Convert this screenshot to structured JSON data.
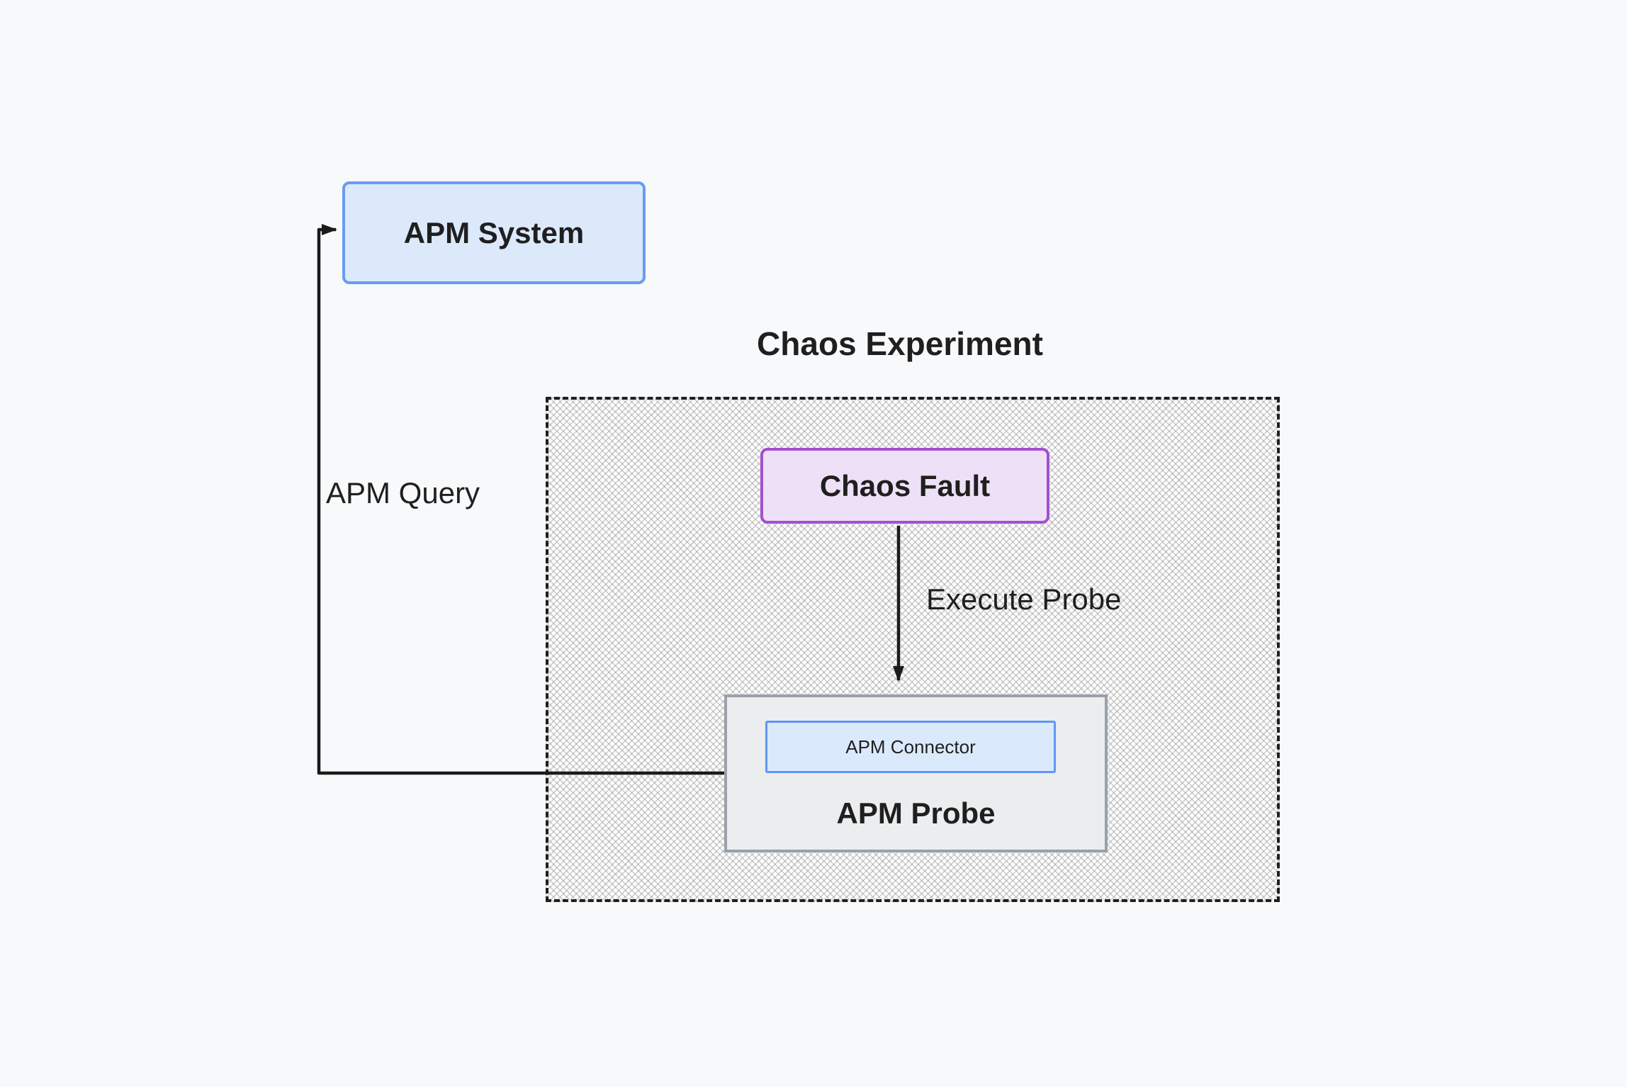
{
  "diagram": {
    "background": "#f8f9fb",
    "line_color": "#1b1b1b",
    "text_color": "#1f1f1f",
    "container": {
      "id": "chaos-experiment",
      "label": "Chaos Experiment",
      "border_color": "#1f1f1f",
      "fill_pattern": "diagonal-crosshatch-gray"
    },
    "nodes": [
      {
        "id": "apm-system",
        "label": "APM System",
        "fill": "#dce9fa",
        "border_color": "#699cf0"
      },
      {
        "id": "chaos-fault",
        "label": "Chaos Fault",
        "fill": "#eee0f6",
        "border_color": "#a34fd0",
        "parent": "chaos-experiment"
      },
      {
        "id": "apm-probe",
        "label": "APM Probe",
        "fill": "#ebedef",
        "border_color": "#9aa1aa",
        "parent": "chaos-experiment"
      },
      {
        "id": "apm-connector",
        "label": "APM Connector",
        "fill": "#dbe9fc",
        "border_color": "#5f97f2",
        "parent": "apm-probe"
      }
    ],
    "edges": [
      {
        "id": "execute-probe",
        "label": "Execute Probe",
        "from": "chaos-fault",
        "to": "apm-probe"
      },
      {
        "id": "apm-query",
        "label": "APM Query",
        "from": "apm-connector",
        "to": "apm-system"
      }
    ]
  }
}
